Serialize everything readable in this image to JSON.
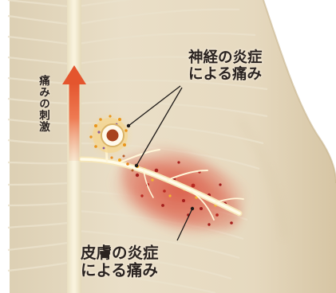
{
  "labels": {
    "nerve_inflammation": {
      "line1": "神経の炎症",
      "line2": "による痛み"
    },
    "skin_inflammation": {
      "line1": "皮膚の炎症",
      "line2": "による痛み"
    },
    "pain_stimulus": "痛みの刺激"
  },
  "colors": {
    "background": "#ffffff",
    "skin": "#e8dcc4",
    "skin_shadow": "#c9b48e",
    "spine": "#f3ead0",
    "nerve": "#fff6d8",
    "inflammation": "#e0573f",
    "ganglion_core": "#a8431e",
    "arrow": "#e8623a",
    "text": "#2a2320"
  }
}
